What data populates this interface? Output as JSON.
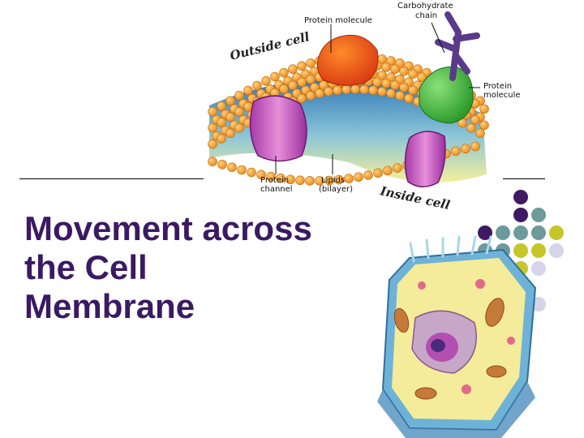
{
  "slide": {
    "title_lines": [
      "Movement across",
      "the Cell",
      "Membrane"
    ]
  },
  "membrane": {
    "labels": {
      "protein_molecule_top": "Protein molecule",
      "carbohydrate_line1": "Carbohydrate",
      "carbohydrate_line2": "chain",
      "protein_molecule_right_line1": "Protein",
      "protein_molecule_right_line2": "molecule",
      "protein_channel_line1": "Protein",
      "protein_channel_line2": "channel",
      "lipids_line1": "Lipids",
      "lipids_line2": "(bilayer)",
      "outside_cell": "Outside cell",
      "inside_cell": "Inside cell"
    }
  },
  "colors": {
    "title": "#3a1a63",
    "dot_purple": "#3d1a63",
    "dot_teal": "#6d9a9b",
    "dot_olive": "#c6c62a",
    "dot_lavender": "#d5d4e8"
  },
  "decor": {
    "dot_grid": [
      [
        "",
        "",
        "",
        "purple",
        "",
        ""
      ],
      [
        "",
        "",
        "",
        "purple",
        "teal",
        ""
      ],
      [
        "",
        "purple",
        "teal",
        "teal",
        "teal",
        "olive"
      ],
      [
        "",
        "teal",
        "teal",
        "olive",
        "olive",
        "lavender"
      ],
      [
        "",
        "teal",
        "olive",
        "olive",
        "lavender",
        ""
      ],
      [
        "",
        "olive",
        "lavender",
        "lavender",
        "",
        ""
      ],
      [
        "",
        "lavender",
        "",
        "",
        "lavender",
        ""
      ]
    ]
  }
}
